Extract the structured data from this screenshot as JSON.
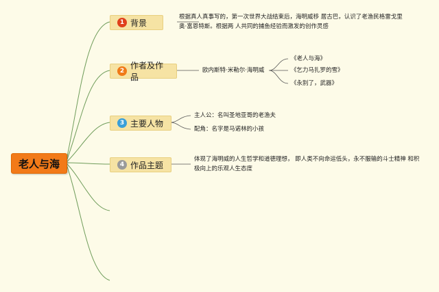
{
  "root": {
    "label": "老人与海",
    "color": "#f27a18"
  },
  "branches": [
    {
      "num": "1",
      "label": "背景",
      "badge_color": "#e0401c",
      "text": "根据真人真事写的，第一次世界大战结束后，海明威移 居古巴，认识了老渔民格雷戈里奥·富恩特斯。根据两 人共同的捕鱼经验而激发的创作灵感"
    },
    {
      "num": "2",
      "label": "作者及作品",
      "badge_color": "#f07a18",
      "author": "欧内斯特·米勒尔·海明威",
      "works": [
        "《老人与海》",
        "《乞力马扎罗的雪》",
        "《永别了，武器》"
      ]
    },
    {
      "num": "3",
      "label": "主要人物",
      "badge_color": "#3a9fd8",
      "items": [
        "主人公：名叫圣地亚哥的老渔夫",
        "配角：名字是马诺林的小孩"
      ]
    },
    {
      "num": "4",
      "label": "作品主题",
      "badge_color": "#9a9a9a",
      "text": "体现了海明威的人生哲学和道德理想， 即人类不向命运低头，永不服输的斗士精神 和积极向上的乐观人生态度"
    }
  ]
}
